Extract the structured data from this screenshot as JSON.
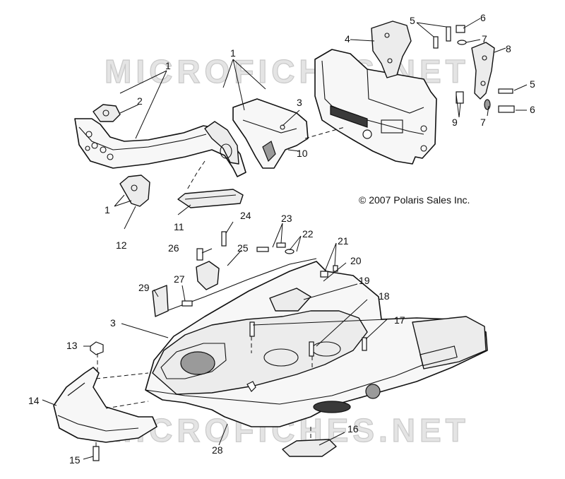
{
  "watermark": {
    "top": "MICROFICHES.NET",
    "bottom": "MICROFICHES.NET"
  },
  "copyright": "© 2007 Polaris Sales Inc.",
  "callouts": [
    "1",
    "2",
    "3",
    "4",
    "5",
    "6",
    "7",
    "8",
    "9",
    "10",
    "11",
    "12",
    "13",
    "14",
    "15",
    "16",
    "17",
    "18",
    "19",
    "20",
    "21",
    "22",
    "23",
    "24",
    "25",
    "26",
    "27",
    "28",
    "29"
  ],
  "labels": {
    "l1a": "1",
    "l1b": "1",
    "l1c": "1",
    "l2": "2",
    "l3a": "3",
    "l3b": "3",
    "l4": "4",
    "l5a": "5",
    "l5b": "5",
    "l6a": "6",
    "l6b": "6",
    "l7a": "7",
    "l7b": "7",
    "l8": "8",
    "l9": "9",
    "l10": "10",
    "l11": "11",
    "l12": "12",
    "l13": "13",
    "l14": "14",
    "l15": "15",
    "l16": "16",
    "l17": "17",
    "l18": "18",
    "l19": "19",
    "l20": "20",
    "l21": "21",
    "l22": "22",
    "l23": "23",
    "l24": "24",
    "l25": "25",
    "l26": "26",
    "l27": "27",
    "l28": "28",
    "l29": "29"
  }
}
